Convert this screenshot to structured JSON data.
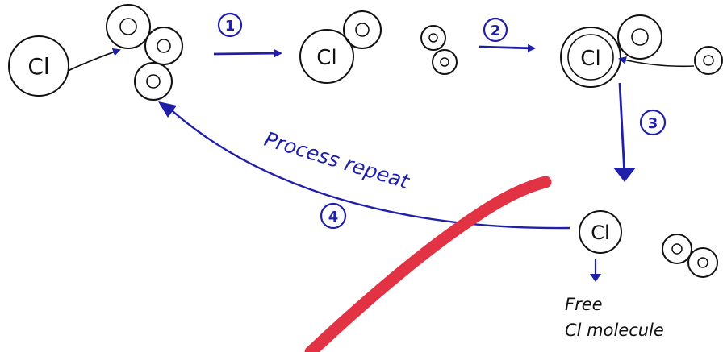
{
  "diagram": {
    "atoms": {
      "cl": "Cl",
      "o": "o"
    },
    "steps": {
      "s1": "1",
      "s2": "2",
      "s3": "3",
      "s4": "4"
    },
    "labels": {
      "repeat": "Process repeat",
      "free_line1": "Free",
      "free_line2": "Cl molecule"
    },
    "colors": {
      "ink": "#111111",
      "arrow": "#1f1faa",
      "stroke": "#e23345",
      "background": "#ffffff"
    }
  }
}
